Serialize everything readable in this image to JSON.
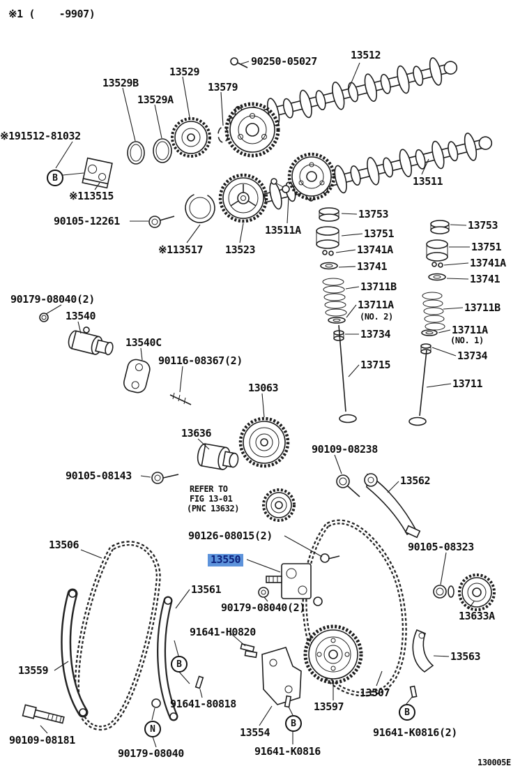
{
  "page": {
    "note": "※1 (    -9907)",
    "figure_code": "130005E"
  },
  "highlight": {
    "part": "13550",
    "bg_color": "#5d93db",
    "text_color": "#0a1f7a"
  },
  "markers": [
    {
      "letter": "B"
    },
    {
      "letter": "B"
    },
    {
      "letter": "N"
    },
    {
      "letter": "B"
    },
    {
      "letter": "B"
    }
  ],
  "labels": {
    "p90250": "90250-05027",
    "p13512": "13512",
    "p13529": "13529",
    "p13529b": "13529B",
    "p13579": "13579",
    "p13529a": "13529A",
    "p191512": "※191512-81032",
    "p113515": "※113515",
    "p13511": "13511",
    "p90105_12261": "90105-12261",
    "p13511a": "13511A",
    "p13753_l": "13753",
    "p13751_l": "13751",
    "p13741a_l": "13741A",
    "p13741_l": "13741",
    "p13711b_l": "13711B",
    "p13711a_l": "13711A",
    "no2": "(NO. 2)",
    "p13734_l": "13734",
    "p13715": "13715",
    "p13753_r": "13753",
    "p13751_r": "13751",
    "p13741a_r": "13741A",
    "p13741_r": "13741",
    "p13711b_r": "13711B",
    "p13711a_r": "13711A",
    "no1": "(NO. 1)",
    "p13734_r": "13734",
    "p13711": "13711",
    "p113517": "※113517",
    "p13523": "13523",
    "p90179_top": "90179-08040(2)",
    "p13540": "13540",
    "p13540c": "13540C",
    "p90116": "90116-08367(2)",
    "p13063": "13063",
    "p13636": "13636",
    "p90105_08143": "90105-08143",
    "refer1": "REFER TO",
    "refer2": "FIG 13-01",
    "refer3": "(PNC 13632)",
    "p90109_08238": "90109-08238",
    "p13562": "13562",
    "p90126": "90126-08015(2)",
    "p13506": "13506",
    "p90105_08323": "90105-08323",
    "p13561": "13561",
    "p90179_mid": "90179-08040(2)",
    "p13633a": "13633A",
    "p91641_h0820": "91641-H0820",
    "p13559": "13559",
    "p91641_80818": "91641-80818",
    "p13507": "13507",
    "p13563": "13563",
    "p13597": "13597",
    "p90109_08181": "90109-08181",
    "p90179_bot": "90179-08040",
    "p13554": "13554",
    "p91641_k0816": "91641-K0816",
    "p91641_k0816_2": "91641-K0816(2)"
  }
}
